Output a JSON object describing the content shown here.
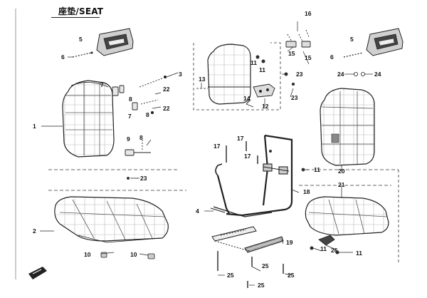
{
  "header": {
    "title": "座垫/SEAT"
  },
  "callouts": [
    {
      "id": "c1",
      "text": "1"
    },
    {
      "id": "c2",
      "text": "2"
    },
    {
      "id": "c3",
      "text": "3"
    },
    {
      "id": "c4",
      "text": "4"
    },
    {
      "id": "c5a",
      "text": "5"
    },
    {
      "id": "c5b",
      "text": "5"
    },
    {
      "id": "c6a",
      "text": "6"
    },
    {
      "id": "c6b",
      "text": "6"
    },
    {
      "id": "c7a",
      "text": "7"
    },
    {
      "id": "c7b",
      "text": "7"
    },
    {
      "id": "c8a",
      "text": "8"
    },
    {
      "id": "c8b",
      "text": "8"
    },
    {
      "id": "c8c",
      "text": "8"
    },
    {
      "id": "c9",
      "text": "9"
    },
    {
      "id": "c10a",
      "text": "10"
    },
    {
      "id": "c10b",
      "text": "10"
    },
    {
      "id": "c11a",
      "text": "11"
    },
    {
      "id": "c11b",
      "text": "11"
    },
    {
      "id": "c11c",
      "text": "11"
    },
    {
      "id": "c11d",
      "text": "11"
    },
    {
      "id": "c11e",
      "text": "11"
    },
    {
      "id": "c12",
      "text": "12"
    },
    {
      "id": "c13",
      "text": "13"
    },
    {
      "id": "c14",
      "text": "14"
    },
    {
      "id": "c15a",
      "text": "15"
    },
    {
      "id": "c15b",
      "text": "15"
    },
    {
      "id": "c16",
      "text": "16"
    },
    {
      "id": "c17a",
      "text": "17"
    },
    {
      "id": "c17b",
      "text": "17"
    },
    {
      "id": "c17c",
      "text": "17"
    },
    {
      "id": "c18",
      "text": "18"
    },
    {
      "id": "c19",
      "text": "19"
    },
    {
      "id": "c20",
      "text": "20"
    },
    {
      "id": "c21",
      "text": "21"
    },
    {
      "id": "c22a",
      "text": "22"
    },
    {
      "id": "c22b",
      "text": "22"
    },
    {
      "id": "c23a",
      "text": "23"
    },
    {
      "id": "c23b",
      "text": "23"
    },
    {
      "id": "c23c",
      "text": "23"
    },
    {
      "id": "c24a",
      "text": "24"
    },
    {
      "id": "c24b",
      "text": "24"
    },
    {
      "id": "c25a",
      "text": "25"
    },
    {
      "id": "c25b",
      "text": "25"
    },
    {
      "id": "c25c",
      "text": "25"
    },
    {
      "id": "c25d",
      "text": "25"
    },
    {
      "id": "c26",
      "text": "26"
    }
  ],
  "colors": {
    "line": "#222222",
    "fill": "#ffffff",
    "shade": "#c8c8c8",
    "dark": "#3a3a3a"
  }
}
